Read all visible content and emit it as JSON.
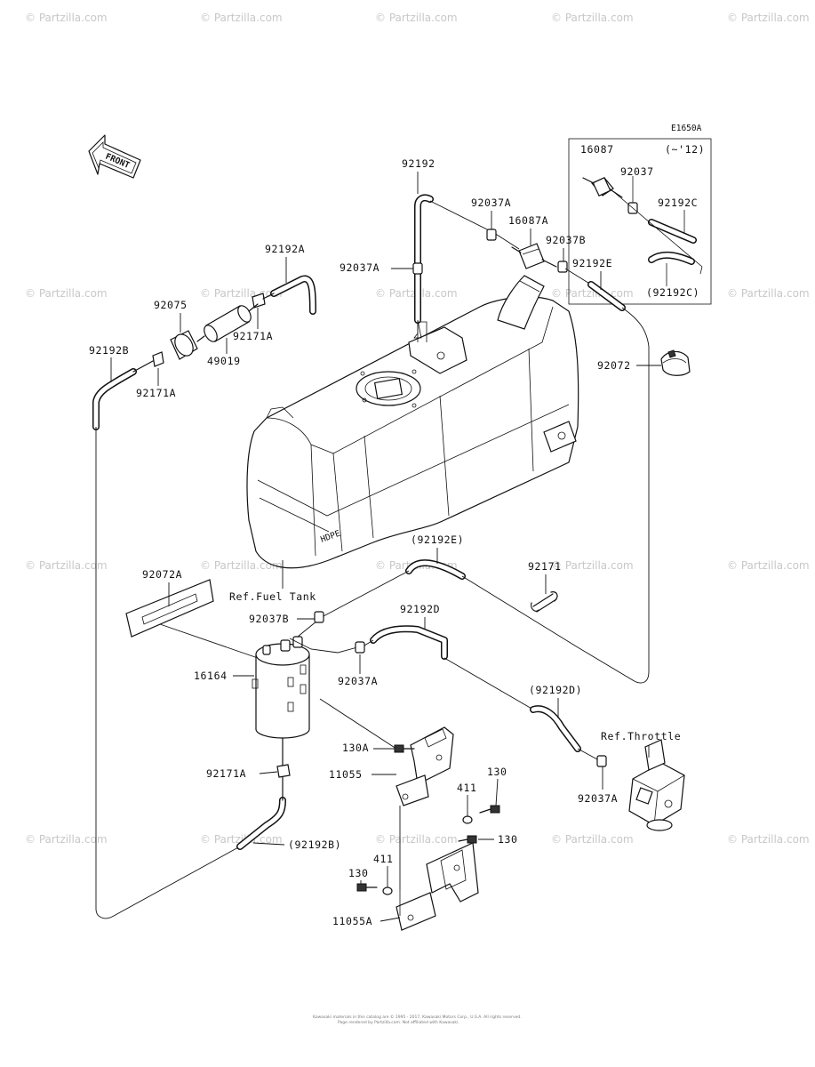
{
  "figure_code": "E1650A",
  "front_arrow": "FRONT",
  "watermark": "© Partzilla.com",
  "inset": {
    "note": "(~'12)",
    "parts": [
      "16087",
      "92037",
      "92192C",
      "(92192C)"
    ]
  },
  "labels": {
    "p92192": "92192",
    "p92037A_top": "92037A",
    "p16087A": "16087A",
    "p92037B_top": "92037B",
    "p92192E": "92192E",
    "p92037A_left": "92037A",
    "p92192A": "92192A",
    "p92075": "92075",
    "p92171A_top": "92171A",
    "p49019": "49019",
    "p92192B": "92192B",
    "p92171A_left": "92171A",
    "p92072": "92072",
    "ref_fuel_tank": "Ref.Fuel Tank",
    "p92192E_paren": "(92192E)",
    "p92171": "92171",
    "p92072A": "92072A",
    "p92037B_mid": "92037B",
    "p92192D": "92192D",
    "p16164": "16164",
    "p92037A_mid": "92037A",
    "p92192D_paren": "(92192D)",
    "ref_throttle": "Ref.Throttle",
    "p130A": "130A",
    "p11055": "11055",
    "p92171A_bot": "92171A",
    "p411_top": "411",
    "p130_top": "130",
    "p130_mid": "130",
    "p92192B_paren": "(92192B)",
    "p411_bot": "411",
    "p130_left": "130",
    "p11055A": "11055A",
    "p92037A_right": "92037A"
  },
  "footer": {
    "line1": "Kawasaki materials in this catalog are © 1995 - 2017, Kawasaki Motors Corp., U.S.A. All rights reserved.",
    "line2": "Page rendered by Partzilla.com. Not affiliated with Kawasaki."
  }
}
